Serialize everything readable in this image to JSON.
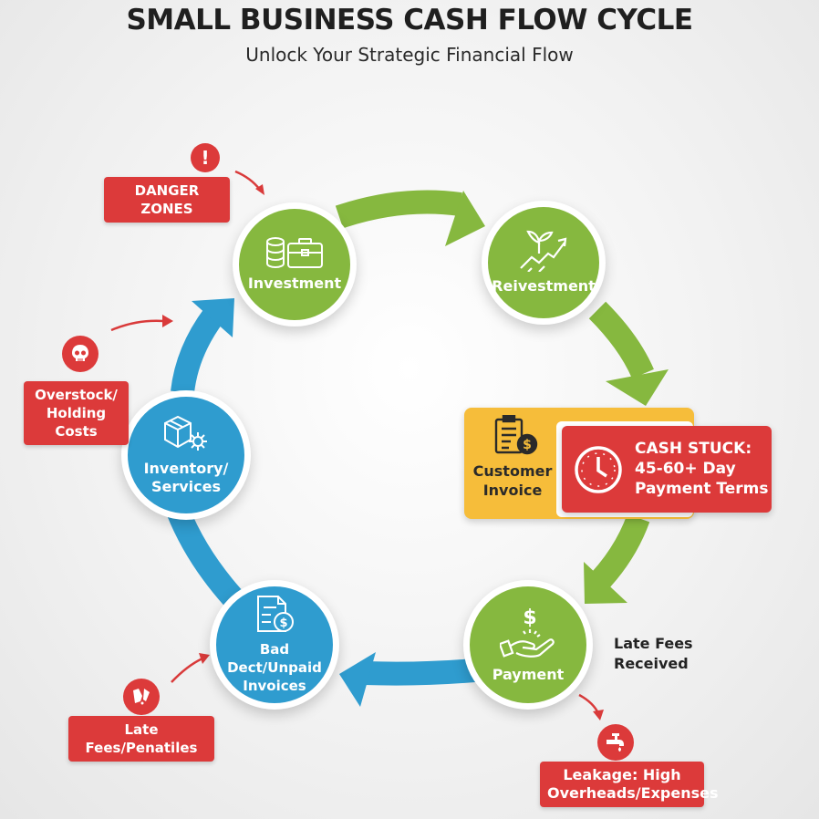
{
  "header": {
    "title": "SMALL BUSINESS CASH FLOW CYCLE",
    "subtitle": "Unlock Your Strategic Financial Flow"
  },
  "colors": {
    "green": "#86b83f",
    "blue": "#2f9ccf",
    "red": "#dc3a3a",
    "yellow": "#f6bd3a"
  },
  "cycle": {
    "nodes": [
      {
        "id": "investment",
        "label": "Investment",
        "icon": "coins-briefcase-icon"
      },
      {
        "id": "reinvestment",
        "label": "Reivestment",
        "icon": "sprout-growth-icon"
      },
      {
        "id": "customer-invoice",
        "label": "Customer Invoice",
        "icon": "clipboard-dollar-icon"
      },
      {
        "id": "payment",
        "label": "Payment",
        "icon": "hand-dollar-icon"
      },
      {
        "id": "bad-debt",
        "label": "Bad Dect/Unpaid Invoices",
        "icon": "document-dollar-icon"
      },
      {
        "id": "inventory",
        "label": "Inventory/ Services",
        "icon": "box-gear-icon"
      }
    ],
    "investment_label": "Investment",
    "reinvestment_label": "Reivestment",
    "invoice_line1": "Customer",
    "invoice_line2": "Invoice",
    "payment_label": "Payment",
    "baddebt_line1": "Bad Dect/Unpaid",
    "baddebt_line2": "Invoices",
    "inventory_line1": "Inventory/",
    "inventory_line2": "Services"
  },
  "callouts": {
    "danger_zones": "DANGER ZONES",
    "overstock_line1": "Overstock/",
    "overstock_line2": "Holding Costs",
    "late_fees_penalties": "Late Fees/Penatiles",
    "leakage_line1": "Leakage: High",
    "leakage_line2": "Overheads/Expenses",
    "cash_stuck_line1": "CASH STUCK:",
    "cash_stuck_line2": "45-60+ Day",
    "cash_stuck_line3": "Payment Terms",
    "late_fees_received_line1": "Late Fees",
    "late_fees_received_line2": "Received"
  }
}
